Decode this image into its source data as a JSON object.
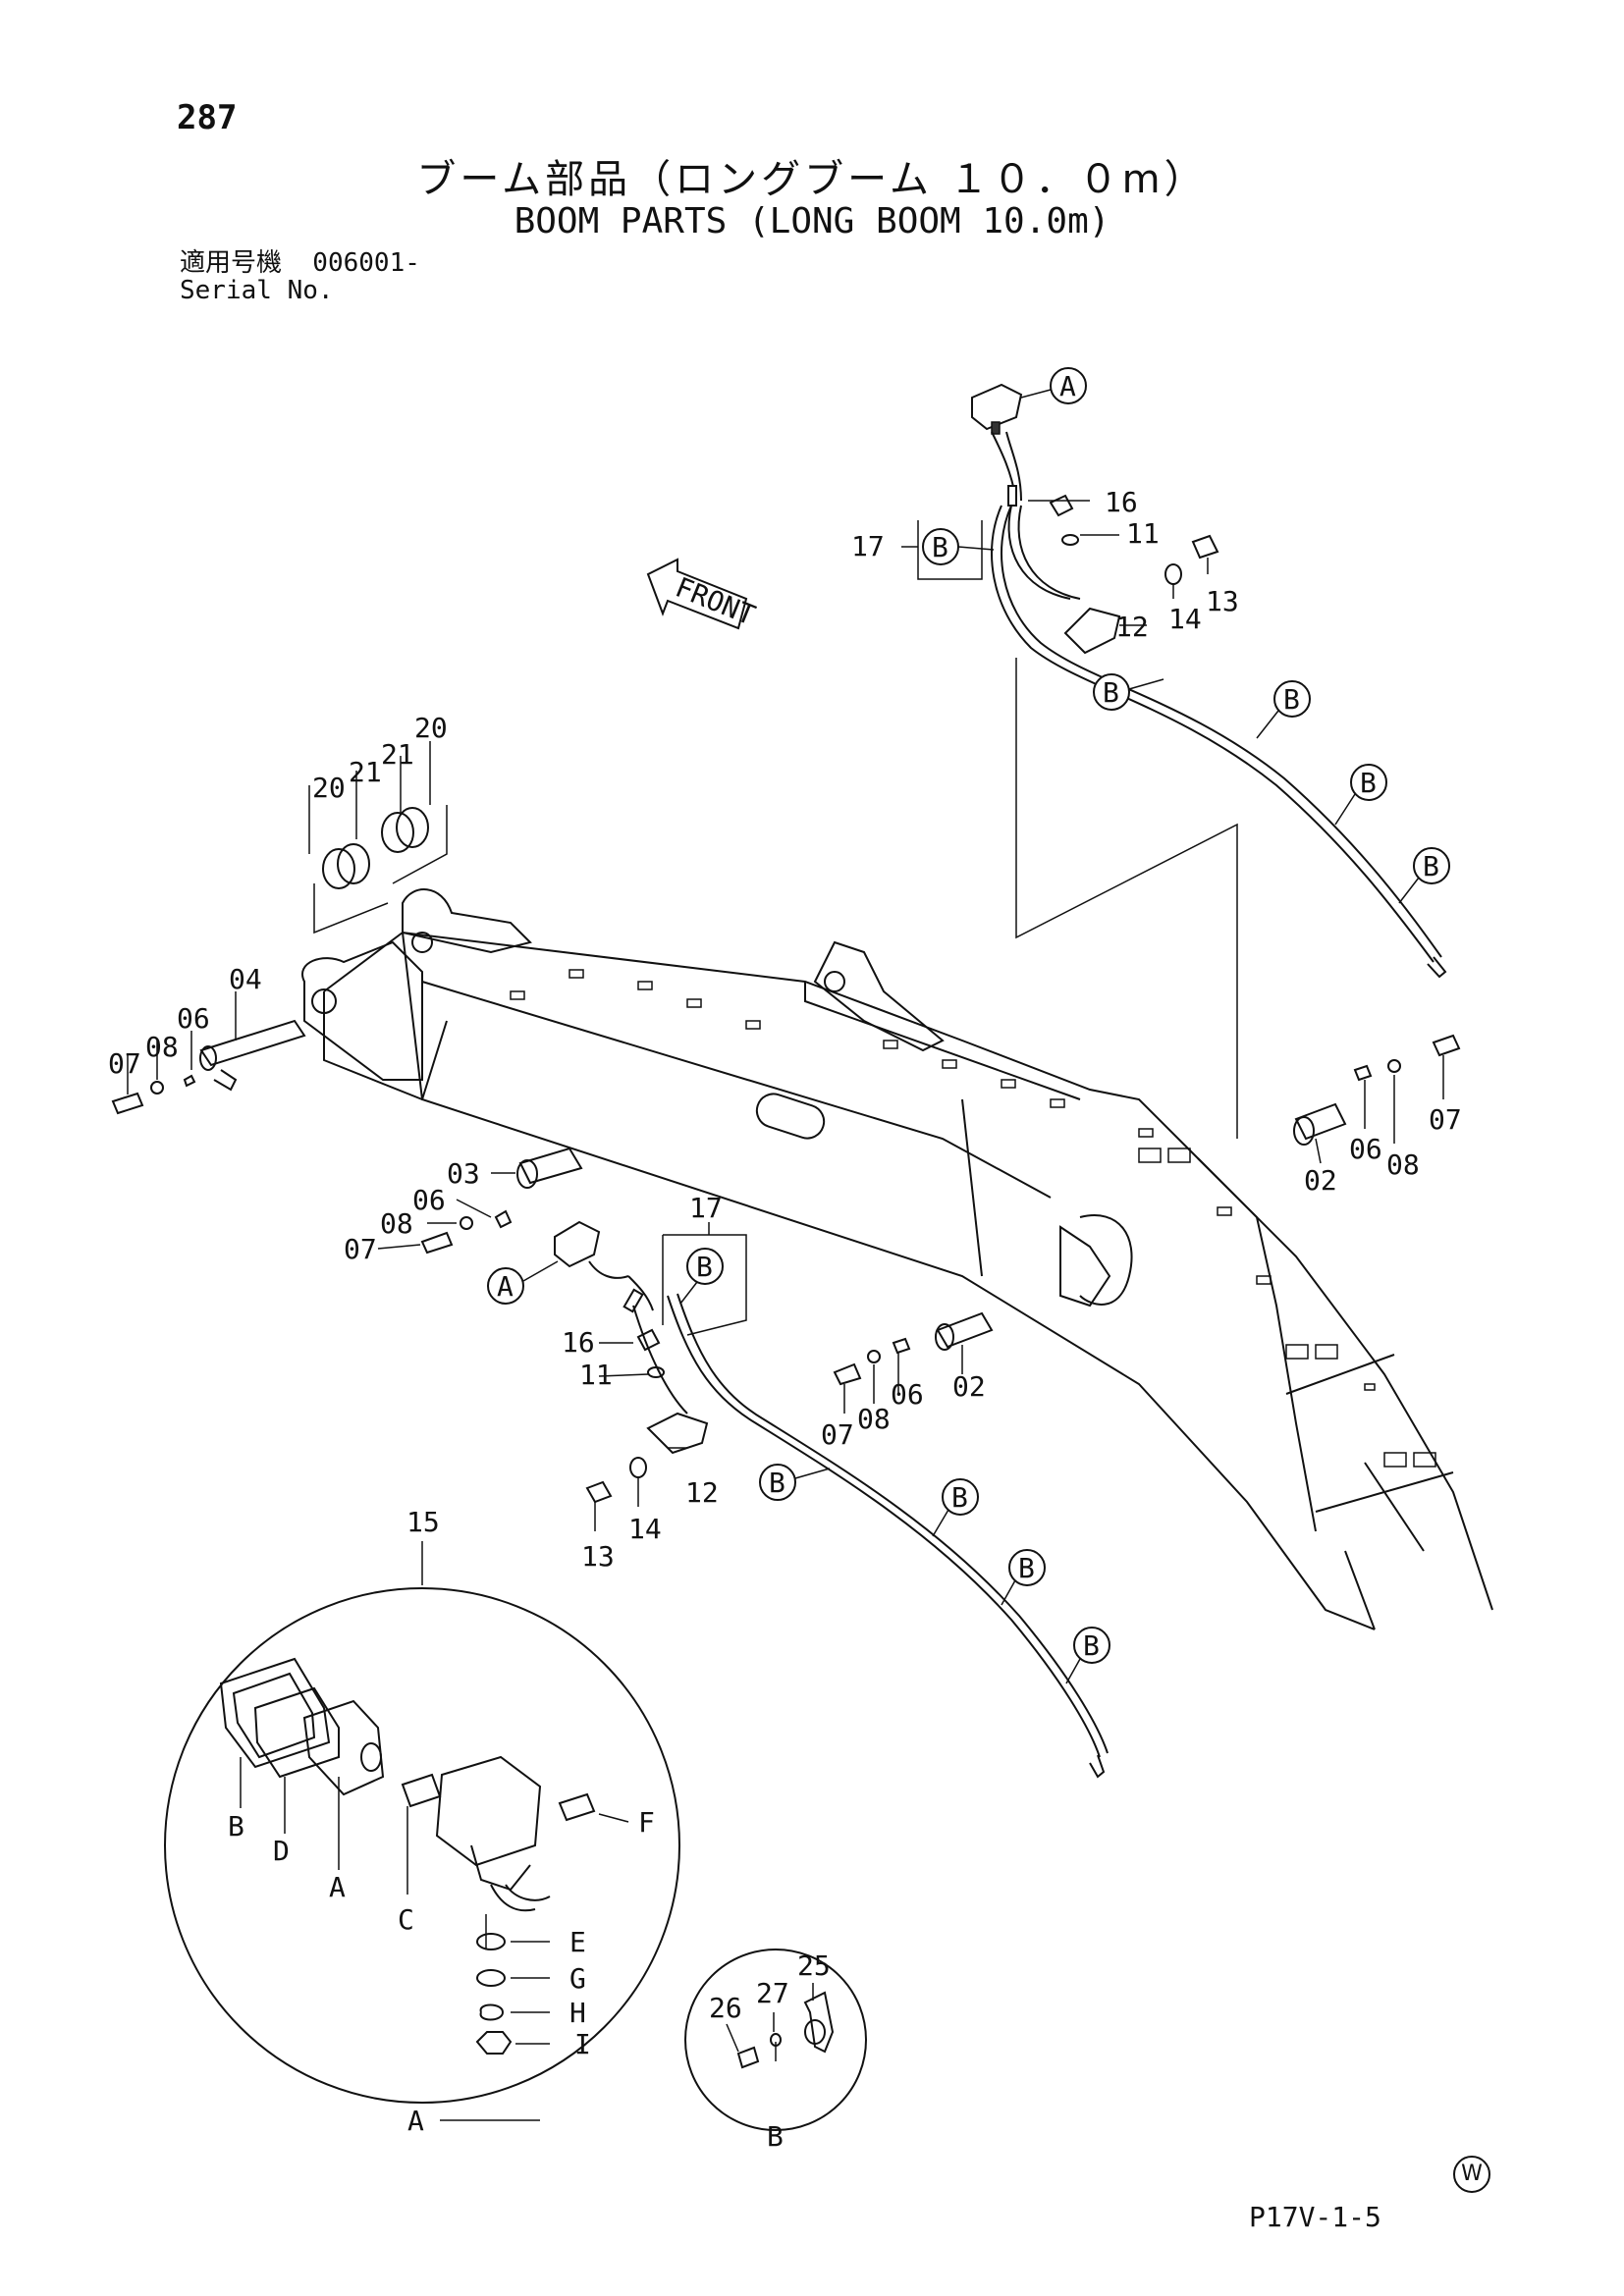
{
  "page": {
    "number": "287",
    "title_jp": "ブーム部品（ロングブーム １０．０m）",
    "title_en": "BOOM PARTS (LONG BOOM 10.0m)",
    "serial_label_jp": "適用号機  006001-",
    "serial_label_en": "Serial No.",
    "footer_code": "P17V-1-5",
    "watermark_letter": "W"
  },
  "front_arrow_label": "FRONT",
  "callouts": {
    "c01": "A",
    "c02": "B",
    "c03": "B",
    "c04": "B",
    "c05": "B",
    "c06": "B",
    "c07": "A",
    "c08": "B",
    "c09": "B",
    "c10": "B",
    "c11": "B",
    "c12": "B"
  },
  "part_labels": {
    "p01": "17",
    "p02": "16",
    "p03": "11",
    "p04": "12",
    "p05": "14",
    "p06": "13",
    "p07": "20",
    "p08": "21",
    "p09": "21",
    "p10": "20",
    "p11": "04",
    "p12": "06",
    "p13": "08",
    "p14": "07",
    "p15": "03",
    "p16": "06",
    "p17": "08",
    "p18": "07",
    "p19": "17",
    "p20": "16",
    "p21": "11",
    "p22": "12",
    "p23": "14",
    "p24": "13",
    "p25": "07",
    "p26": "08",
    "p27": "06",
    "p28": "02",
    "p29": "02",
    "p30": "06",
    "p31": "08",
    "p32": "07",
    "p33": "15",
    "p34": "25",
    "p35": "26",
    "p36": "27"
  },
  "detail_a_labels": {
    "d01": "B",
    "d02": "D",
    "d03": "A",
    "d04": "C",
    "d05": "F",
    "d06": "E",
    "d07": "G",
    "d08": "H",
    "d09": "I",
    "caption": "A"
  },
  "detail_b_caption": "B"
}
